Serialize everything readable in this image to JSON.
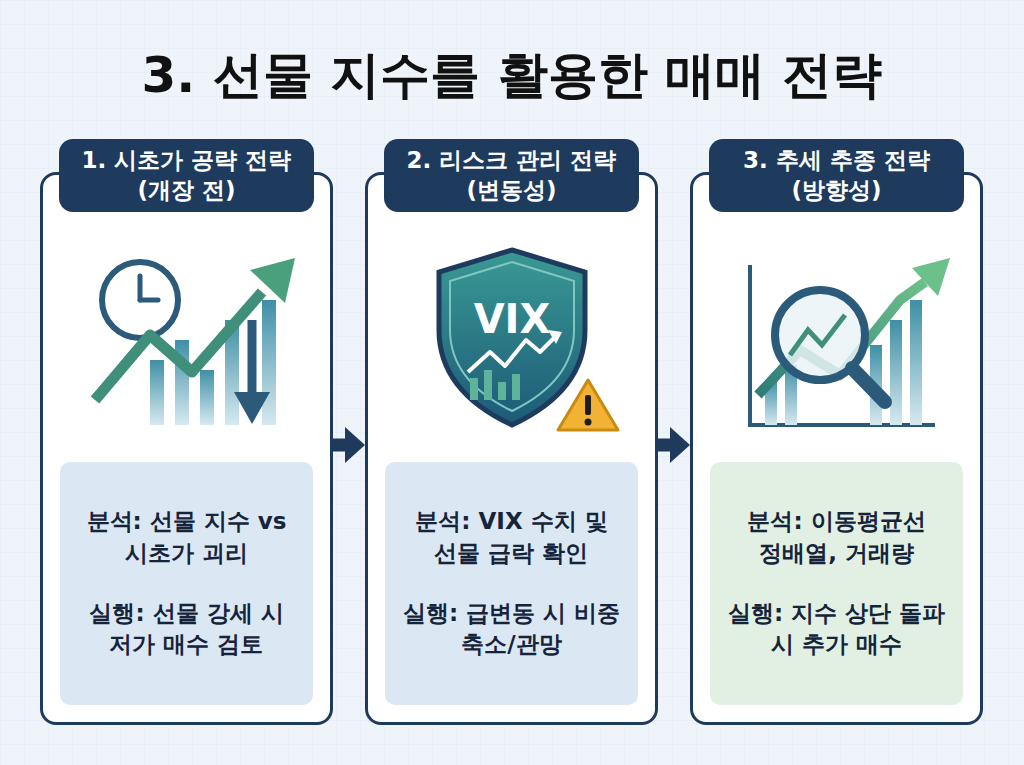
{
  "diagram": {
    "title": "3. 선물 지수를 활용한 매매 전략",
    "nodes": [
      {
        "text": [
          "1. 시초가 공략 전략 (개장 전)"
        ]
      },
      {
        "text": [
          "분석: 선물 지수 vs 시초가 괴리",
          "실행: 선물 강세 시 저가 매수 검토"
        ],
        "in": 0
      },
      {
        "text": [
          "2. 리스크 관리 전략 (변동성)"
        ]
      },
      {
        "text": [
          "분석: VIX 수치 및 선물 급락 확인",
          "실행: 급변동 시 비중 축소/관망"
        ],
        "in": 2
      },
      {
        "text": [
          "3. 추세 추종 전략 (방향성)"
        ]
      },
      {
        "text": [
          "분석: 이동평균선 정배열, 거래량",
          "실행: 지수 상단 돌파 시 추가 매수"
        ],
        "in": 4
      }
    ],
    "edges": [
      {
        "from": 0,
        "to": 2,
        "arrow": "to"
      },
      {
        "from": 2,
        "to": 4,
        "arrow": "to"
      }
    ],
    "labels": [
      "VIX"
    ]
  }
}
